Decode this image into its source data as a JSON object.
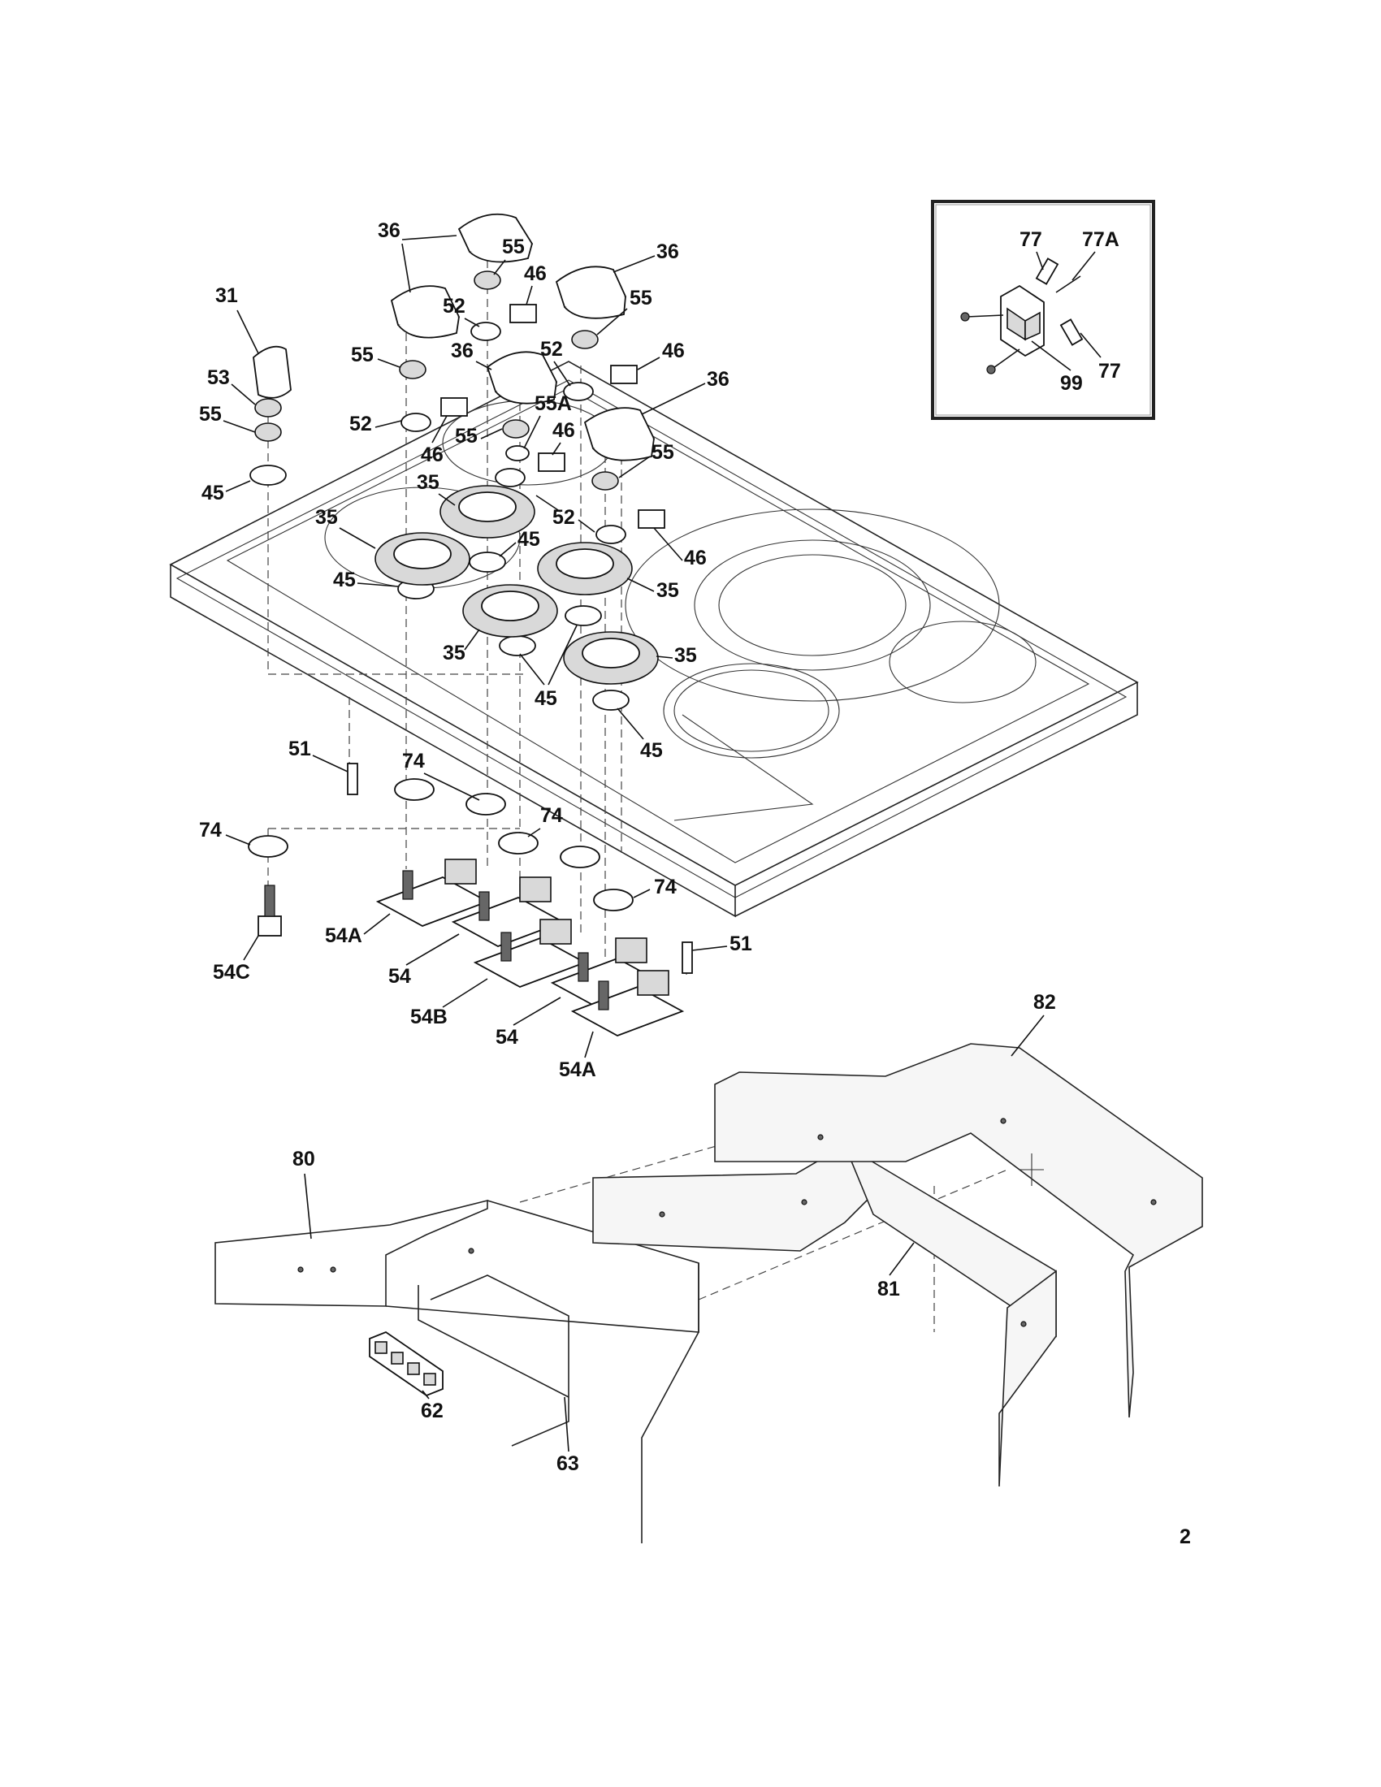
{
  "callouts": {
    "c31": "31",
    "c53": "53",
    "c55": "55",
    "c55a": "55A",
    "c45": "45",
    "c36": "36",
    "c52": "52",
    "c46": "46",
    "c35": "35",
    "c51": "51",
    "c74": "74",
    "c54": "54",
    "c54a": "54A",
    "c54b": "54B",
    "c54c": "54C",
    "c77": "77",
    "c77a": "77A",
    "c99": "99",
    "c80": "80",
    "c81": "81",
    "c82": "82",
    "c62": "62",
    "c63": "63"
  },
  "page_mark": "2",
  "colors": {
    "line": "#222222",
    "part_fill": "#ffffff",
    "shade": "#d9d9d9"
  }
}
